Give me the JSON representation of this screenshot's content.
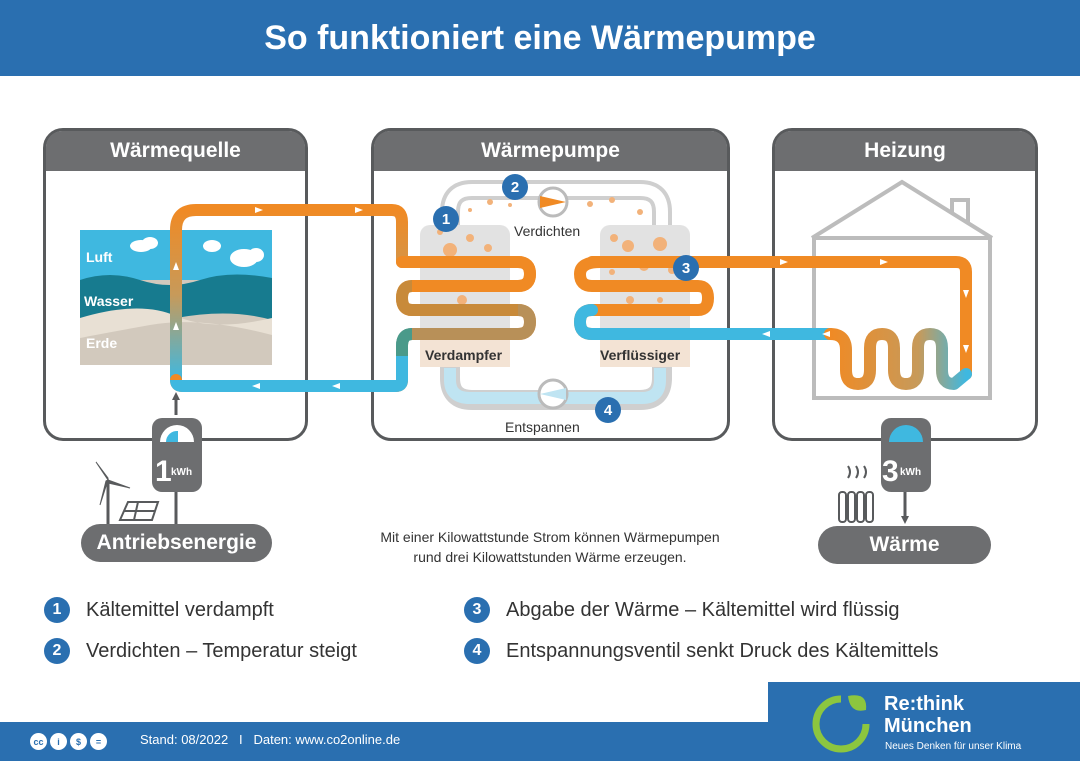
{
  "title": "So funktioniert eine Wärmepumpe",
  "panels": {
    "source": "Wärmequelle",
    "pump": "Wärmepumpe",
    "heating": "Heizung"
  },
  "source_layers": {
    "air": "Luft",
    "water": "Wasser",
    "earth": "Erde"
  },
  "pump_labels": {
    "evaporator": "Verdampfer",
    "condenser": "Verflüssiger",
    "compress": "Verdichten",
    "expand": "Entspannen"
  },
  "step_numbers": [
    "1",
    "2",
    "3",
    "4"
  ],
  "meters": {
    "input_value": "1",
    "output_value": "3",
    "unit": "kWh"
  },
  "drive_energy": "Antriebsenergie",
  "heat_output": "Wärme",
  "note": {
    "line1": "Mit einer Kilowattstunde Strom können Wärmepumpen",
    "line2": "rund drei Kilowattstunden Wärme erzeugen."
  },
  "legend": [
    {
      "num": "1",
      "text": "Kältemittel verdampft"
    },
    {
      "num": "2",
      "text": "Verdichten – Temperatur steigt"
    },
    {
      "num": "3",
      "text": "Abgabe der Wärme – Kältemittel wird flüssig"
    },
    {
      "num": "4",
      "text": "Entspannungsventil senkt Druck des Kältemittels"
    }
  ],
  "footer": {
    "text": "Stand: 08/2022   I   Daten: www.co2online.de",
    "cc": [
      "cc",
      "i",
      "$",
      "="
    ]
  },
  "brand": {
    "line1": "Re:think",
    "line2": "München",
    "tagline": "Neues Denken für unser Klima"
  },
  "colors": {
    "blue": "#2a6fb0",
    "orange": "#f08a24",
    "cyan": "#3fb8e0",
    "grey": "#6d6e70"
  }
}
